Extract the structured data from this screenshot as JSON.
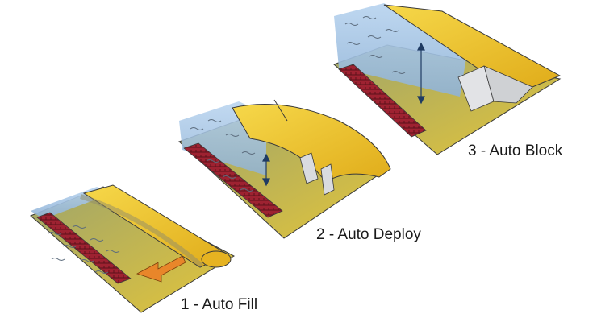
{
  "stages": [
    {
      "label": "1 - Auto Fill"
    },
    {
      "label": "2 - Auto Deploy"
    },
    {
      "label": "3 - Auto Block"
    }
  ],
  "colors": {
    "water": "#8fb8e0",
    "barrier_yellow": "#f2cc2a",
    "barrier_shadow": "#c99a16",
    "floor_green": "#a9a864",
    "wall_red": "#9e2231",
    "outline": "#3a3a3a",
    "arrow_orange": "#e8862a"
  },
  "icons": [
    "wave-marks",
    "flow-arrow",
    "level-arrow"
  ]
}
